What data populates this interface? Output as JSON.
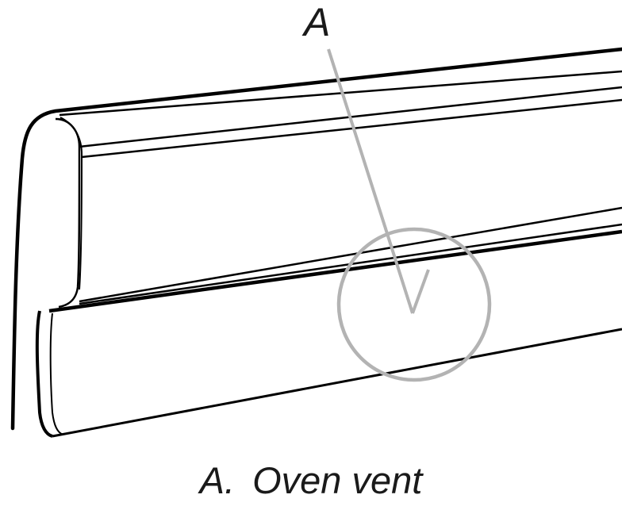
{
  "callout": {
    "letter": "A"
  },
  "caption": {
    "letter": "A.",
    "text": "Oven vent"
  },
  "colors": {
    "line": "#000000",
    "callout": "#b3b3b3",
    "text": "#1a1a1a"
  }
}
